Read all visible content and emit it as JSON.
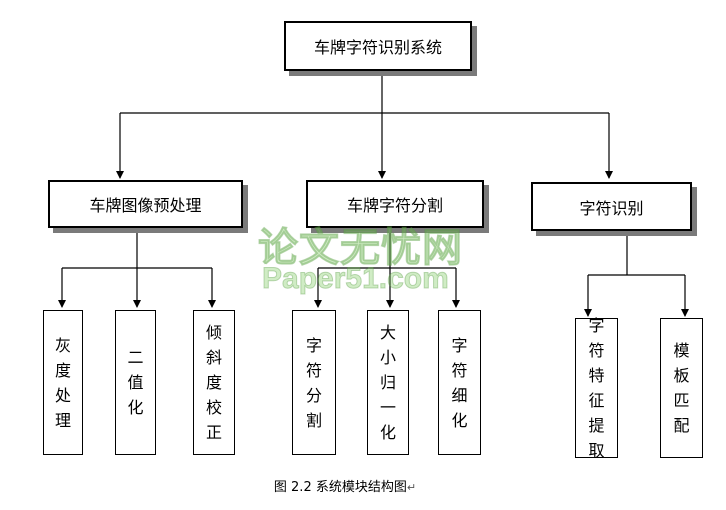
{
  "root": {
    "label": "车牌字符识别系统"
  },
  "level1": [
    {
      "label": "车牌图像预处理",
      "children": [
        "灰度处理",
        "二值化",
        "倾斜度校正"
      ]
    },
    {
      "label": "车牌字符分割",
      "children": [
        "字符分割",
        "大小归一化",
        "字符细化"
      ]
    },
    {
      "label": "字符识别",
      "children": [
        "字符特征提取",
        "模板匹配"
      ]
    }
  ],
  "watermark": {
    "line1": "论文无忧网",
    "line2": "Paper51.com"
  },
  "caption": "图 2.2  系统模块结构图",
  "caption_mark": "↵"
}
